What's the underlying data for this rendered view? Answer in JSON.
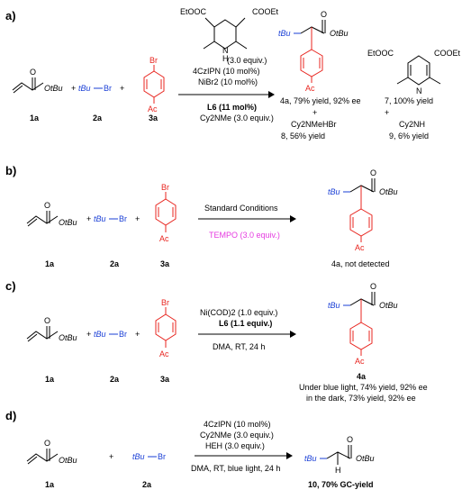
{
  "panels": {
    "a": {
      "letter": "a)",
      "reagent_tbu": "tBu",
      "reagent_br": "Br",
      "aryl_br": "Br",
      "aryl_ac": "Ac",
      "acrylate_o": "O",
      "acrylate_otbu": "OtBu",
      "label_1a": "1a",
      "label_2a": "2a",
      "label_3a": "3a",
      "heh_left": "EtOOC",
      "heh_right": "COOEt",
      "heh_nh": "N",
      "heh_h": "H",
      "conditions": [
        "(3.0 equiv.)",
        "4CzIPN (10 mol%)",
        "NiBr2 (10 mol%)",
        "L6 (11 mol%)",
        "Cy2NMe (3.0 equiv.)"
      ],
      "product_tbu": "tBu",
      "product_o": "O",
      "product_otbu": "OtBu",
      "product_ac": "Ac",
      "result_4a": "4a, 79% yield, 92% ee",
      "py_left": "EtOOC",
      "py_right": "COOEt",
      "py_n": "N",
      "result_7": "7, 100% yield",
      "salt_formula": "Cy2NMeHBr",
      "result_8": "8, 56% yield",
      "amine_9": "Cy2NH",
      "result_9": "9, 6% yield",
      "plus": "+"
    },
    "b": {
      "letter": "b)",
      "cond_top": "Standard Conditions",
      "cond_bottom": "TEMPO (3.0 equiv.)",
      "result": "4a, not detected"
    },
    "c": {
      "letter": "c)",
      "cond1": "Ni(COD)2 (1.0 equiv.)",
      "cond2": "L6 (1.1 equiv.)",
      "cond3": "DMA, RT, 24 h",
      "label_4a": "4a",
      "result_light": "Under blue light, 74% yield, 92% ee",
      "result_dark": "in the dark, 73% yield, 92% ee"
    },
    "d": {
      "letter": "d)",
      "cond1": "4CzIPN (10 mol%)",
      "cond2": "Cy2NMe (3.0 equiv.)",
      "cond3": "HEH (3.0 equiv.)",
      "cond4": "DMA, RT, blue light, 24 h",
      "prod_h": "H",
      "result_10": "10, 70% GC-yield"
    }
  }
}
